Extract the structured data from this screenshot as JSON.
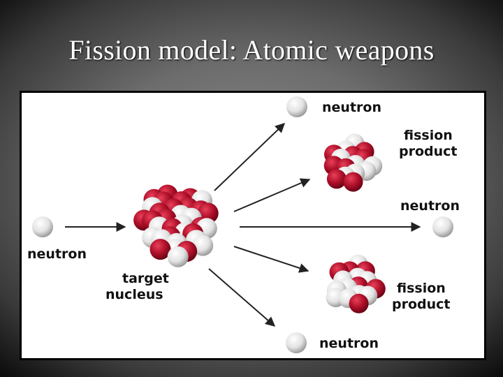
{
  "slide": {
    "title": "Fission model: Atomic weapons"
  },
  "diagram": {
    "labels": {
      "incoming_neutron": "neutron",
      "target_line1": "target",
      "target_line2": "nucleus",
      "neutron_top": "neutron",
      "product_top_line1": "fission",
      "product_top_line2": "product",
      "neutron_middle": "neutron",
      "product_bottom_line1": "fission",
      "product_bottom_line2": "product",
      "neutron_bottom": "neutron"
    },
    "colors": {
      "proton": "#b0102a",
      "neutron": "#e6e6e6",
      "arrow": "#222222"
    }
  }
}
